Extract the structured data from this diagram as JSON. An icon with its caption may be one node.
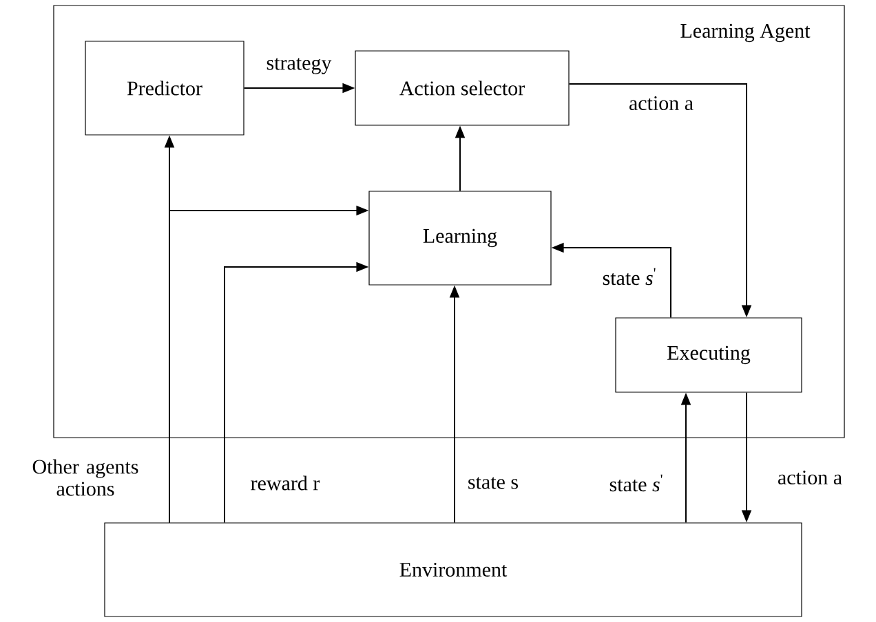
{
  "diagram": {
    "nodes": [
      {
        "text": [
          "Learning Agent"
        ]
      },
      {
        "text": [
          "Predictor"
        ],
        "in": 0
      },
      {
        "text": [
          "Action selector"
        ],
        "in": 0
      },
      {
        "text": [
          "Learning"
        ],
        "in": 0
      },
      {
        "text": [
          "Executing"
        ],
        "in": 0
      },
      {
        "text": [
          "Environment"
        ]
      }
    ],
    "edges": [
      {
        "from": 1,
        "to": 2,
        "arrow": "to",
        "label": "strategy"
      },
      {
        "from": 3,
        "to": 2,
        "arrow": "to"
      },
      {
        "from": 2,
        "to": 4,
        "arrow": "to",
        "label": "action a"
      },
      {
        "from": 4,
        "to": 3,
        "arrow": "to",
        "label": "state *s*$^{'}$"
      },
      {
        "from": 5,
        "to": 1,
        "arrow": "to",
        "label": "Other agents actions"
      },
      {
        "from": 5,
        "to": 3,
        "arrow": "to"
      },
      {
        "from": 5,
        "to": 3,
        "arrow": "to",
        "label": "reward r"
      },
      {
        "from": 5,
        "to": 3,
        "arrow": "to",
        "label": "state s"
      },
      {
        "from": 5,
        "to": 4,
        "arrow": "to",
        "label": "state *s*$^{'}$"
      },
      {
        "from": 4,
        "to": 5,
        "arrow": "to",
        "label": "action a"
      }
    ]
  }
}
